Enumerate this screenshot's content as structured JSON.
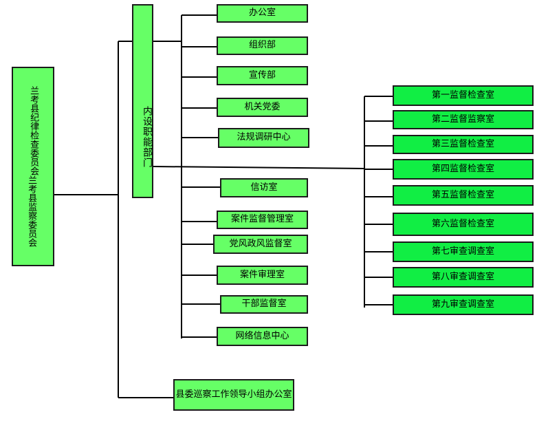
{
  "root": {
    "line1": "兰考县纪律检查委员会",
    "line2": "兰考县监察委员会"
  },
  "internal": {
    "label": "内设职能部门"
  },
  "departments": [
    "办公室",
    "组织部",
    "宣传部",
    "机关党委",
    "法规调研中心",
    "信访室",
    "案件监督管理室",
    "党风政风监督室",
    "案件审理室",
    "干部监督室",
    "网络信息中心"
  ],
  "inspection_rooms": [
    "第一监督检查室",
    "第二监督监察室",
    "第三监督检查室",
    "第四监督检查室",
    "第五监督检查室",
    "第六监督检查室",
    "第七审查调查室",
    "第八审查调查室",
    "第九审查调查室"
  ],
  "patrol_office": {
    "label": "县委巡察工作领导小组办公室"
  },
  "colors": {
    "box_fill": "#66ff66",
    "box_fill_bright": "#11ee44",
    "border": "#1a1a1a",
    "line": "#000000"
  }
}
